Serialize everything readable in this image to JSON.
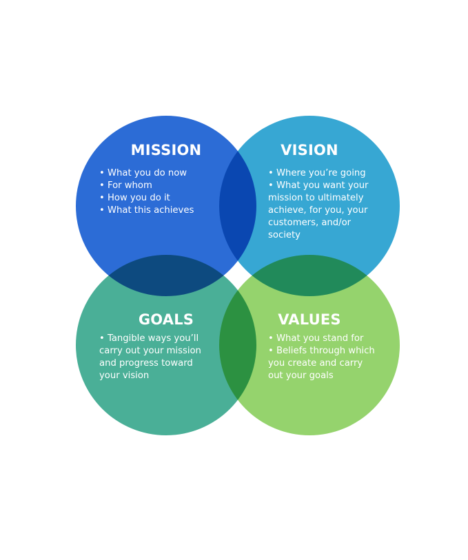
{
  "colors": {
    "mission": "#1a5fd3",
    "vision": "#26a0d0",
    "goals": "#3aa88e",
    "values": "#8ccf60"
  },
  "mission": {
    "title": "MISSION",
    "lines": [
      "• What you do now",
      "• For whom",
      "• How you do it",
      "• What this achieves"
    ]
  },
  "vision": {
    "title": "VISION",
    "lines": [
      "• Where you’re going",
      "• What you want your",
      "mission to ultimately",
      "achieve, for you, your",
      "customers, and/or",
      "society"
    ]
  },
  "goals": {
    "title": "GOALS",
    "lines": [
      "• Tangible ways you’ll",
      "carry out your mission",
      "and progress toward",
      "your vision"
    ]
  },
  "values": {
    "title": "VALUES",
    "lines": [
      "• What you stand for",
      "• Beliefs through which",
      "you create and carry",
      "out your goals"
    ]
  }
}
